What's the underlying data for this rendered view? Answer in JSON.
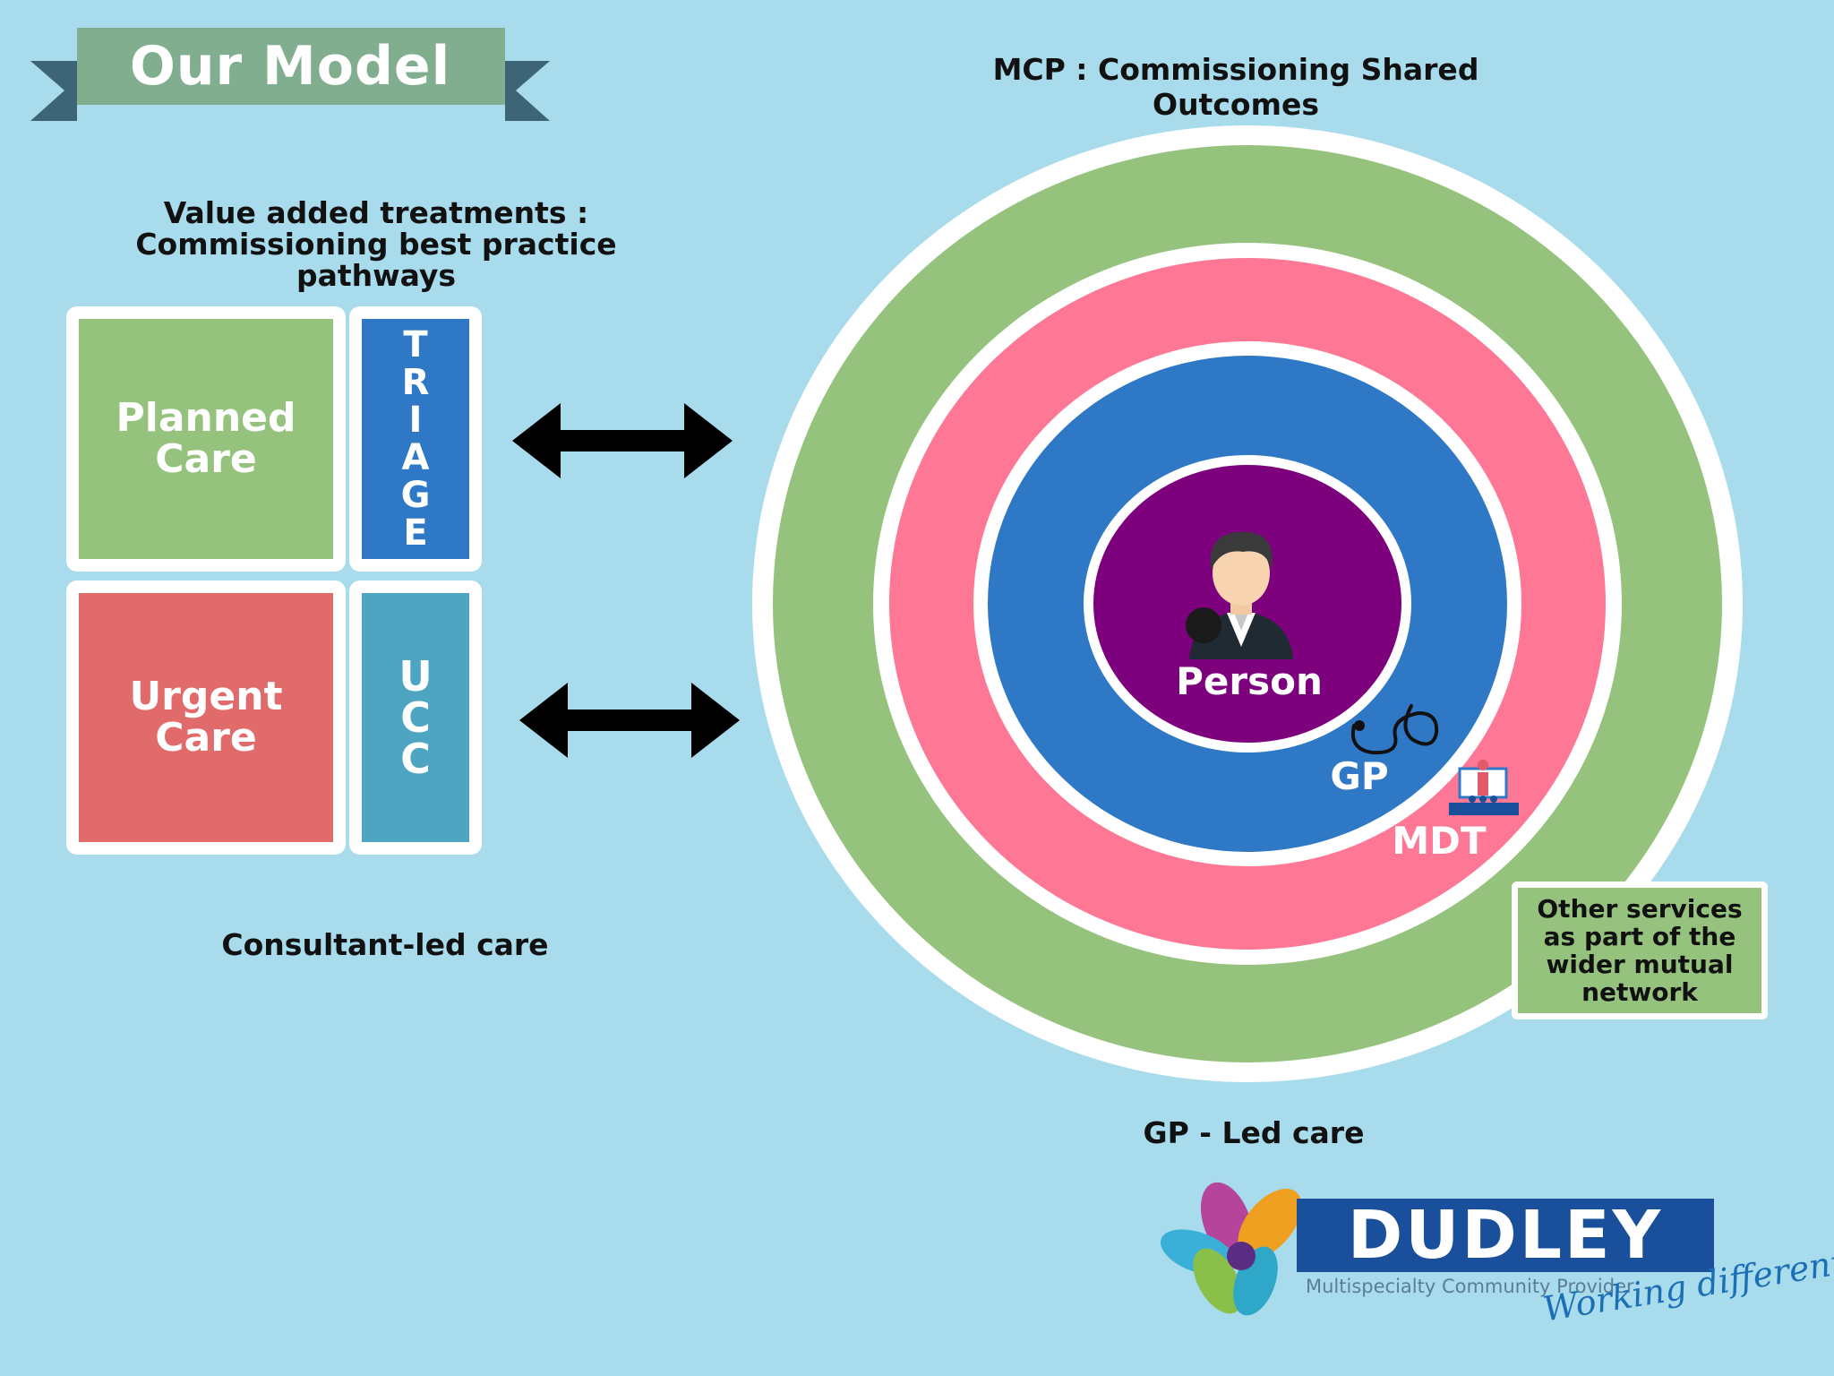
{
  "header": {
    "title": "Our Model"
  },
  "mcp_title": "MCP : Commissioning Shared Outcomes",
  "left": {
    "value_title": "Value added treatments : Commissioning best practice pathways",
    "planned_care": "Planned Care",
    "urgent_care": "Urgent Care",
    "triage": "TRIAGE",
    "ucc": "UCC",
    "consultant_label": "Consultant-led care"
  },
  "rings": {
    "person": "Person",
    "gp": "GP",
    "mdt": "MDT"
  },
  "other_services": "Other services as part of the wider mutual network",
  "gp_led_label": "GP - Led care",
  "logo": {
    "name": "DUDLEY",
    "subtitle": "Multispecialty Community Provider",
    "tagline": "Working differently"
  },
  "colors": {
    "background": "#a8dbeb",
    "ring_green": "#95c37d",
    "ring_pink": "#fe7895",
    "ring_blue": "#2e78c6",
    "ring_purple": "#7d007d",
    "ribbon": "#82ae90",
    "ribbon_dark": "#3d6575"
  }
}
